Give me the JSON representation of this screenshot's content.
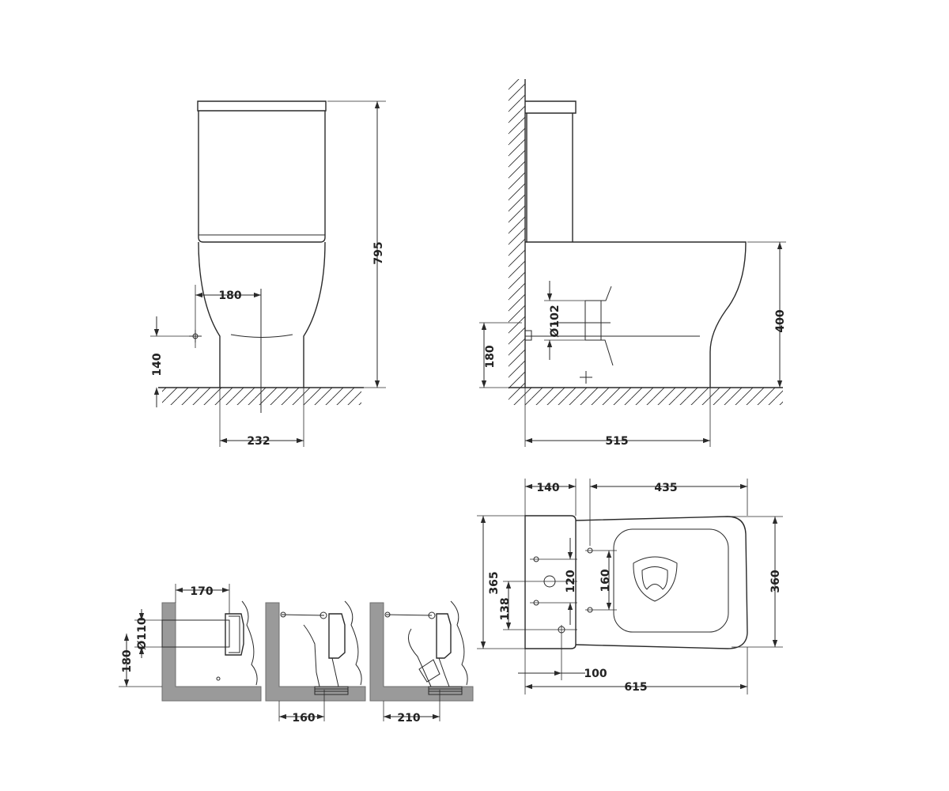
{
  "colors": {
    "line": "#2a2a2a",
    "wall": "#9a9a9a",
    "background": "#ffffff"
  },
  "front_view": {
    "width_label": "232",
    "outlet_offset_label": "180",
    "inlet_height_label": "140",
    "total_height_label": "795"
  },
  "side_view": {
    "depth_label": "515",
    "seat_height_label": "400",
    "outlet_height_label": "180",
    "outlet_diameter_label": "Ø102"
  },
  "top_view": {
    "tank_depth_label": "140",
    "bowl_length_label": "435",
    "total_length_label": "615",
    "offset_label": "100",
    "tank_width_label": "365",
    "bowl_width_label": "360",
    "hole_spacing_label": "120",
    "seat_hole_spacing_label": "160",
    "lower_hole_label": "138"
  },
  "connection_views": {
    "horizontal_length_label": "170",
    "pipe_diameter_label": "Ø110",
    "pipe_height_label": "180",
    "vertical_offset_label": "160",
    "angled_offset_label": "210"
  }
}
